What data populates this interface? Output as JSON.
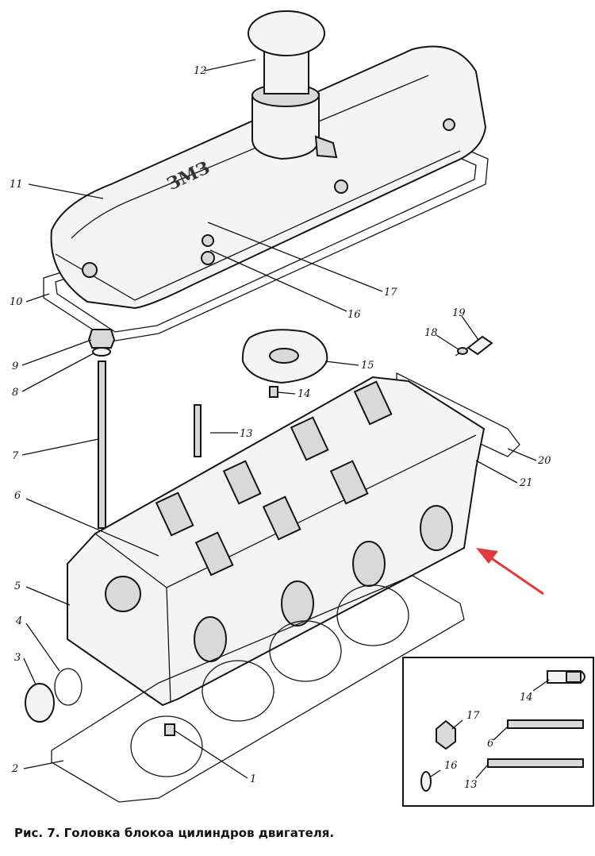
{
  "caption": "Рис. 7. Головка блокоа цилиндров двигателя.",
  "arrow_color": "#e03a3a",
  "callouts": {
    "c1": "1",
    "c2": "2",
    "c3": "3",
    "c4": "4",
    "c5": "5",
    "c6": "6",
    "c7": "7",
    "c8": "8",
    "c9": "9",
    "c10": "10",
    "c11": "11",
    "c12": "12",
    "c13": "13",
    "c14": "14",
    "c15": "15",
    "c16": "16",
    "c17": "17",
    "c18": "18",
    "c19": "19",
    "c20": "20",
    "c21": "21"
  },
  "inset_callouts": {
    "i14": "14",
    "i17": "17",
    "i6": "6",
    "i16": "16",
    "i13": "13"
  }
}
